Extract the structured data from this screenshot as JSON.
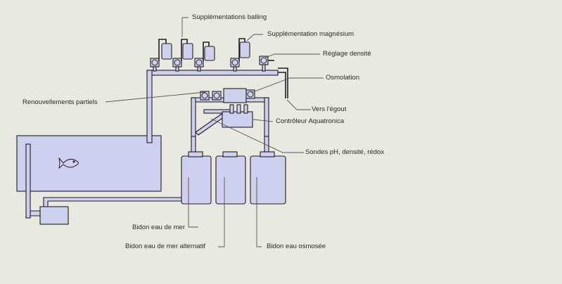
{
  "colors": {
    "background": "#e9e9e1",
    "fill": "#cdd0ee",
    "stroke": "#1f1f1f",
    "leader": "#555555"
  },
  "labels": {
    "balling": "Supplémentations balling",
    "magnesium": "Supplémentation magnésium",
    "density_adjust": "Réglage densité",
    "osmolation": "Osmolation",
    "water_changes": "Renouvellements partiels",
    "sewer": "Vers l'égout",
    "controller": "Contrôleur Aquatronica",
    "probes": "Sondes pH, densité, rédox",
    "seawater_tank": "Bidon eau de mer",
    "alt_seawater_tank": "Bidon eau de mer alternatif",
    "ro_water_tank": "Bidon eau osmosée"
  },
  "icons": {
    "fish": "fish-icon"
  }
}
